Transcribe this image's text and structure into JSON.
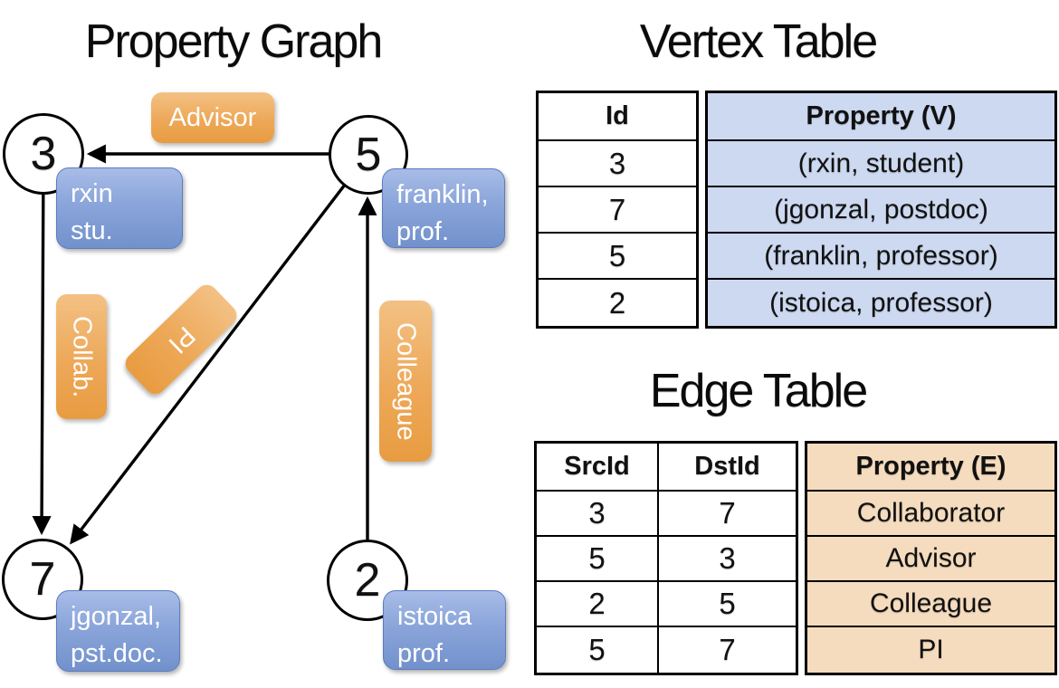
{
  "titles": {
    "graph": "Property Graph",
    "vertex": "Vertex Table",
    "edge": "Edge Table"
  },
  "graph": {
    "nodes": [
      {
        "id": "3"
      },
      {
        "id": "5"
      },
      {
        "id": "7"
      },
      {
        "id": "2"
      }
    ],
    "vertex_labels": [
      {
        "text": "rxin\nstu."
      },
      {
        "text": "franklin,\nprof."
      },
      {
        "text": "jgonzal,\npst.doc."
      },
      {
        "text": "istoica\nprof."
      }
    ],
    "edge_labels": [
      {
        "text": "Advisor"
      },
      {
        "text": "Collab."
      },
      {
        "text": "PI"
      },
      {
        "text": "Colleague"
      }
    ]
  },
  "vertex_table": {
    "headers": {
      "id": "Id",
      "property": "Property (V)"
    },
    "rows": [
      {
        "id": "3",
        "property": "(rxin, student)"
      },
      {
        "id": "7",
        "property": "(jgonzal, postdoc)"
      },
      {
        "id": "5",
        "property": "(franklin, professor)"
      },
      {
        "id": "2",
        "property": "(istoica, professor)"
      }
    ]
  },
  "edge_table": {
    "headers": {
      "src": "SrcId",
      "dst": "DstId",
      "property": "Property (E)"
    },
    "rows": [
      {
        "src": "3",
        "dst": "7",
        "property": "Collaborator"
      },
      {
        "src": "5",
        "dst": "3",
        "property": "Advisor"
      },
      {
        "src": "2",
        "dst": "5",
        "property": "Colleague"
      },
      {
        "src": "5",
        "dst": "7",
        "property": "PI"
      }
    ]
  },
  "colors": {
    "edge_label_fill": "#ED9D45",
    "vertex_label_fill": "#7E9CD4",
    "vertex_cell_bg": "#CDD9F0",
    "edge_cell_bg": "#F5DCBE",
    "stroke": "#000000"
  }
}
